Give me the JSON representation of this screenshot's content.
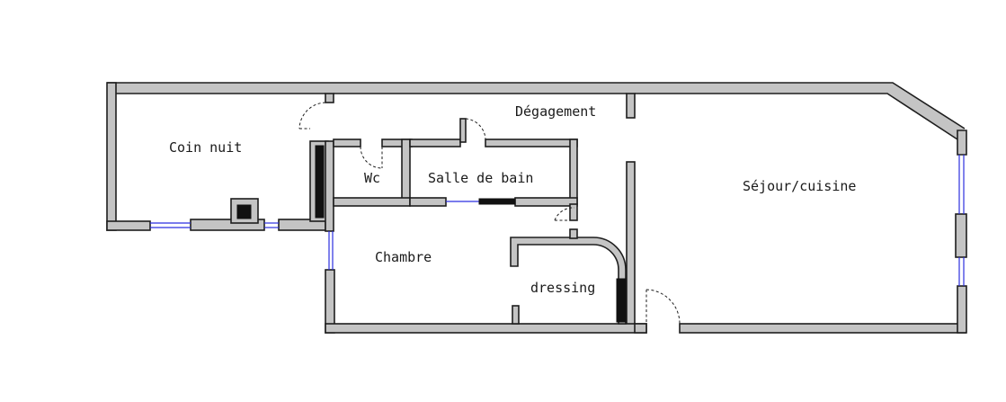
{
  "rooms": {
    "coin_nuit": "Coin nuit",
    "degagement": "Dégagement",
    "wc": "Wc",
    "salle_de_bain": "Salle de bain",
    "sejour_cuisine": "Séjour/cuisine",
    "chambre": "Chambre",
    "dressing": "dressing"
  },
  "colors": {
    "wall": "#c4c4c4",
    "outline": "#1e1e1e",
    "window": "#2b2ee0",
    "column": "#111111"
  }
}
